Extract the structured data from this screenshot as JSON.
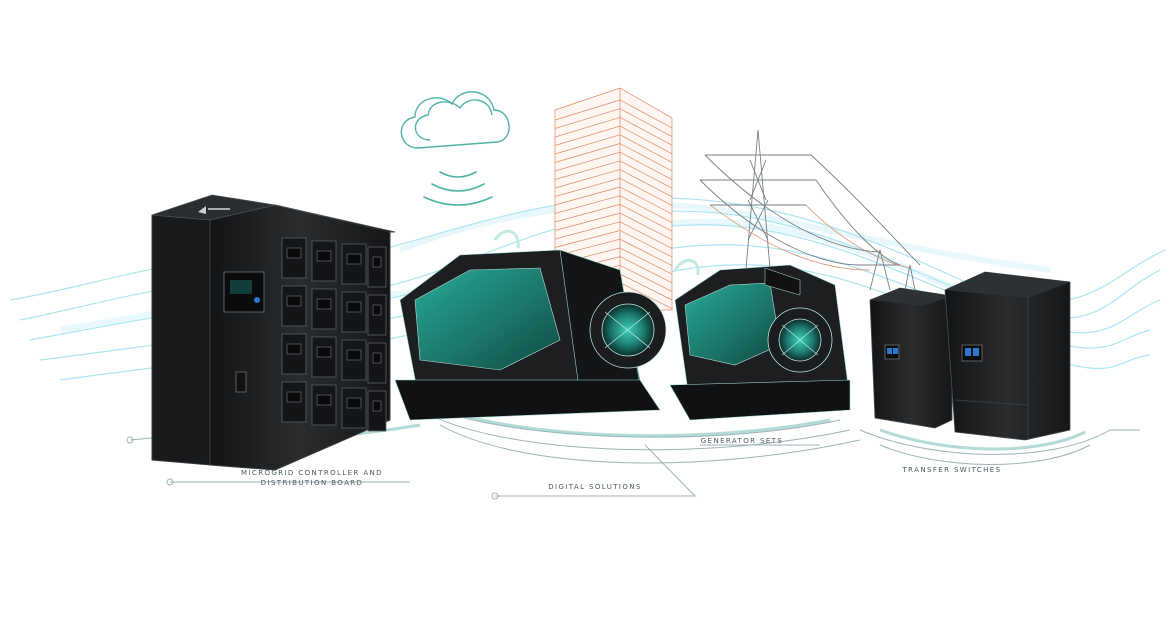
{
  "labels": {
    "microgrid_line1": "MICROGRID CONTROLLER AND",
    "microgrid_line2": "DISTRIBUTION BOARD",
    "digital_solutions": "DIGITAL SOLUTIONS",
    "generator_sets": "GENERATOR SETS",
    "transfer_switches": "TRANSFER SWITCHES"
  },
  "colors": {
    "background": "#ffffff",
    "accent_teal": "#3aa59a",
    "wave_cyan": "#8fdcf2",
    "cabinet_dark": "#1c1e20",
    "generator_teal": "#1f8a7a",
    "building_orange": "#d98a66",
    "line_gray": "#8fa3a8"
  },
  "icons": [
    "cloud-icon",
    "wifi-signal-icon",
    "power-pylon-icon",
    "skyscraper-icon"
  ]
}
